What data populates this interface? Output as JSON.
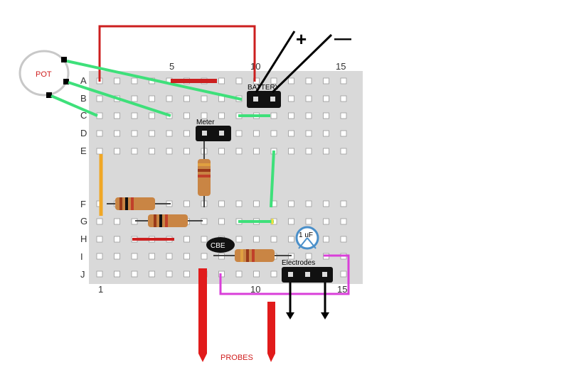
{
  "labels": {
    "pot": "POT",
    "battery": "BATTERY",
    "meter": "Meter",
    "cbe": "CBE",
    "capacitor": "1 uF",
    "electrodes": "Electrodes",
    "probes": "PROBES",
    "plus": "+",
    "minus": "—"
  },
  "rows": [
    "A",
    "B",
    "C",
    "D",
    "E",
    "F",
    "G",
    "H",
    "I",
    "J"
  ],
  "top_columns": [
    "5",
    "10",
    "15"
  ],
  "bottom_columns": [
    "1",
    "10",
    "15"
  ],
  "colors": {
    "red_wire": "#cc1f1f",
    "green_wire": "#3ee07a",
    "magenta_wire": "#d93fd9",
    "orange_wire": "#f0a726",
    "black_wire": "#000000",
    "hole": "#ffffff",
    "board": "#d9d9d9",
    "resistor_body": "#c98544",
    "capacitor_ring": "#4a8fc9",
    "pot_ring": "#c8c8c8"
  }
}
